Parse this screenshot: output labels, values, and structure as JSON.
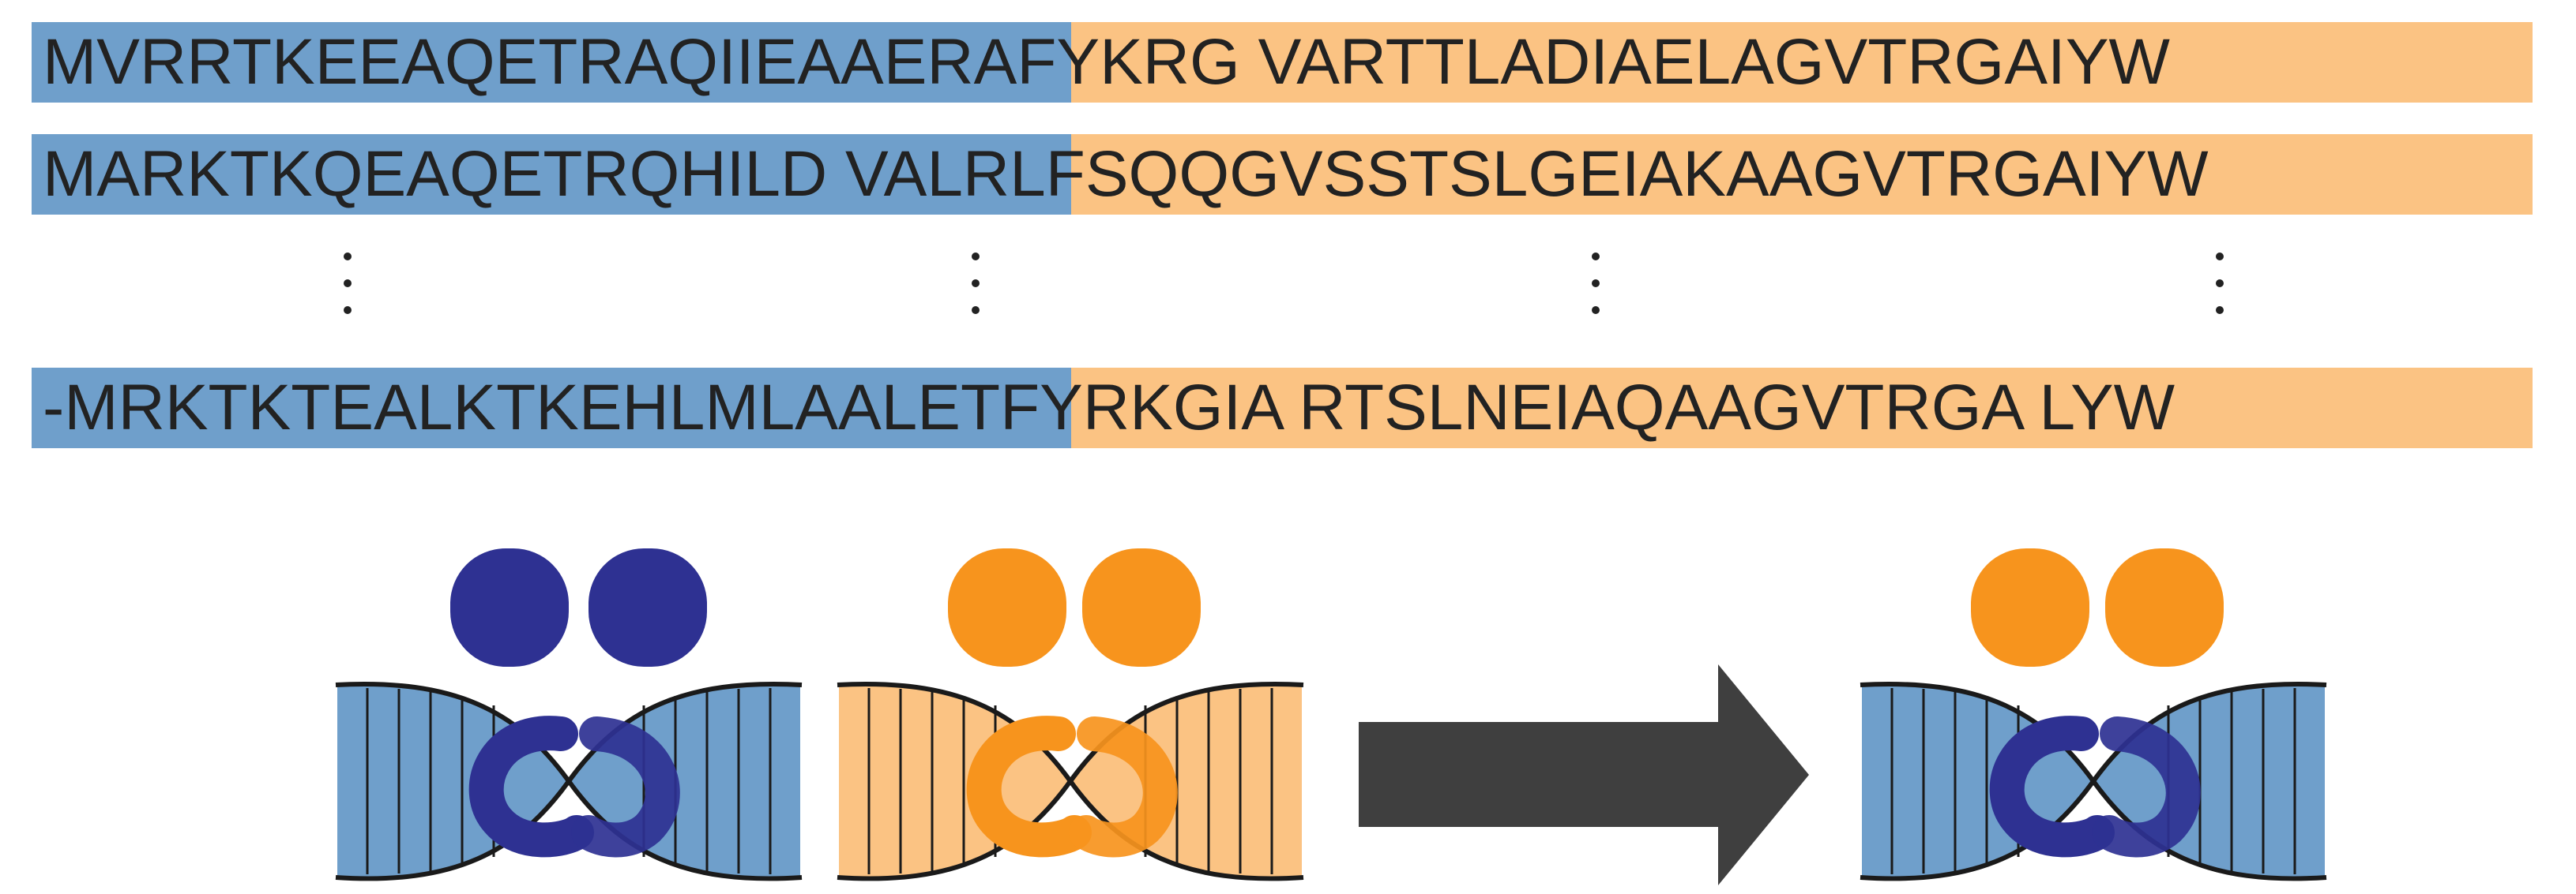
{
  "sequences": [
    {
      "text": "MVRRTKEEAQETRAQIIEAAERAFYKRG VARTTLADIAELAGVTRGAIYW"
    },
    {
      "text": "MARKTKQEAQETRQHILD VALRLFSQQGVSSTSLGEIAKAAGVTRGAIYW"
    },
    {
      "text": "-MRKTKTEALKTKEHLMLAALETFYRKGIA RTSLNEIAQAAGVTRGA LYW"
    }
  ],
  "colors": {
    "blue_segment": "#6f9fcb",
    "orange_segment": "#fbc383",
    "dna_blue": "#6f9fcb",
    "dna_orange": "#fbc383",
    "protein_navy": "#2e3192",
    "protein_orange": "#f7941d",
    "arrow": "#3f3f3f"
  },
  "icons": [
    "dna-helix-icon",
    "protein-dimer-icon",
    "arrow-right-icon"
  ]
}
